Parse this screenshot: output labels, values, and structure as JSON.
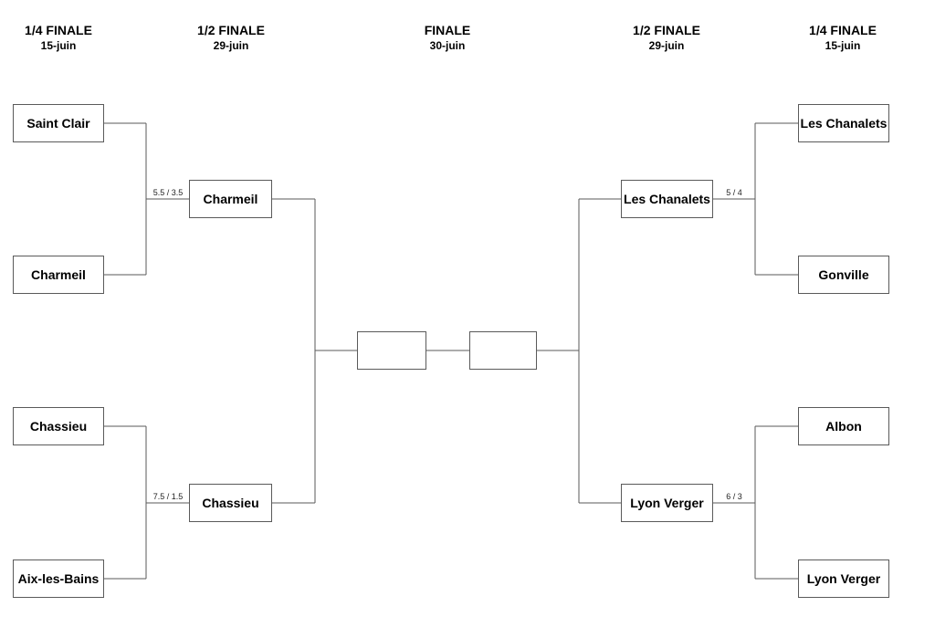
{
  "rounds": {
    "left_quarter": {
      "title": "1/4 FINALE",
      "date": "15-juin"
    },
    "left_semi": {
      "title": "1/2 FINALE",
      "date": "29-juin"
    },
    "final": {
      "title": "FINALE",
      "date": "30-juin"
    },
    "right_semi": {
      "title": "1/2 FINALE",
      "date": "29-juin"
    },
    "right_quarter": {
      "title": "1/4 FINALE",
      "date": "15-juin"
    }
  },
  "left": {
    "quarter": [
      "Saint Clair",
      "Charmeil",
      "Chassieu",
      "Aix-les-Bains"
    ],
    "semi": [
      "Charmeil",
      "Chassieu"
    ],
    "scores": [
      "5.5 / 3.5",
      "7.5 / 1.5"
    ]
  },
  "right": {
    "quarter": [
      "Les Chanalets",
      "Gonville",
      "Albon",
      "Lyon Verger"
    ],
    "semi": [
      "Les Chanalets",
      "Lyon Verger"
    ],
    "scores": [
      "5 / 4",
      "6 / 3"
    ]
  },
  "final": {
    "left": "",
    "right": ""
  }
}
